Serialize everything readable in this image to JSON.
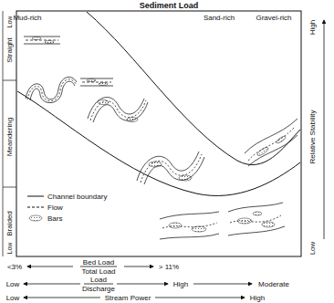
{
  "diagram": {
    "title": "Sediment Load",
    "labels": [
      "Mud-rich",
      "Sand-rich",
      "Gravel-rich",
      "Low",
      "Straight",
      "Meandering",
      "Braided",
      "Low",
      "High",
      "Relative Stability",
      "Low",
      "<3%",
      "Bed Load",
      "Total Load",
      "> 11%",
      "Low",
      "Load",
      "Discharge",
      "High",
      "Moderate",
      "Low",
      "Stream Power",
      "High"
    ],
    "legend": [
      {
        "text": "Channel boundary"
      },
      {
        "text": "Flow"
      },
      {
        "text": "Bars"
      }
    ]
  }
}
